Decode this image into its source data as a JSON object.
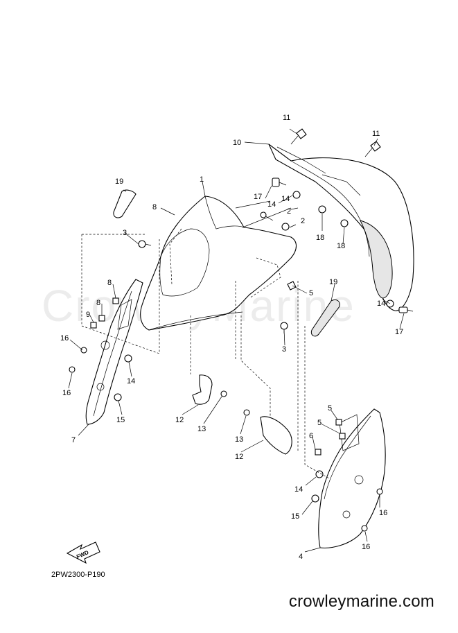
{
  "diagram": {
    "diagram_code": "2PW2300-P190",
    "fwd_label": "FWD",
    "watermark": "CrowleyMarine",
    "footer_brand": "crowleymarine.com",
    "callouts": [
      "1",
      "2",
      "2",
      "3",
      "3",
      "4",
      "5",
      "5",
      "5",
      "6",
      "7",
      "8",
      "8",
      "8",
      "9",
      "10",
      "11",
      "11",
      "12",
      "12",
      "13",
      "13",
      "14",
      "14",
      "14",
      "14",
      "14",
      "15",
      "15",
      "16",
      "16",
      "16",
      "16",
      "17",
      "17",
      "18",
      "18",
      "19",
      "19"
    ]
  }
}
